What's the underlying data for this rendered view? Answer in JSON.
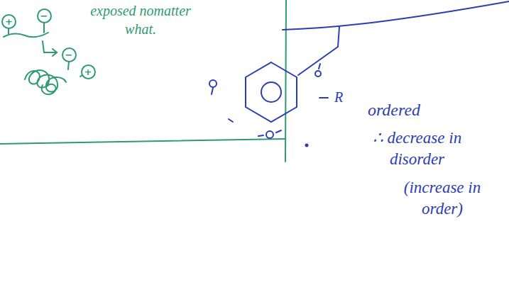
{
  "diagram": {
    "nodes": [
      {
        "text": [
          "+"
        ]
      },
      {
        "text": [
          "−"
        ]
      },
      {
        "text": [
          "−"
        ]
      },
      {
        "text": [
          "+"
        ]
      }
    ],
    "edges": [],
    "labels": [
      "exposed nomatter what.",
      "R",
      "ordered",
      "∴ decrease in disorder",
      "(increase in order)"
    ]
  }
}
